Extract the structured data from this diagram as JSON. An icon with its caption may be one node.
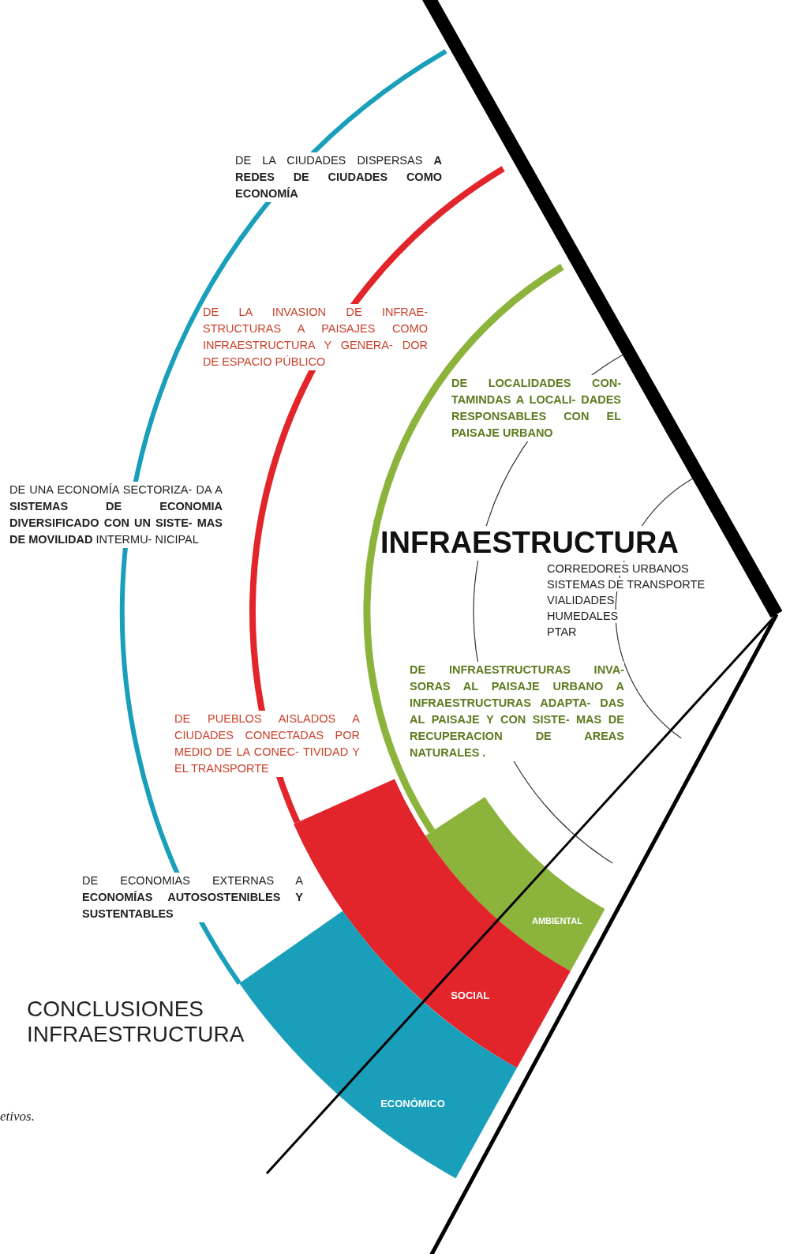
{
  "diagram": {
    "title": "CONCLUSIONES INFRAESTRUCTURA",
    "nodes": [
      {
        "text": [
          "AMBIENTAL"
        ]
      },
      {
        "text": [
          "SOCIAL"
        ]
      },
      {
        "text": [
          "ECONÓMICO"
        ]
      }
    ],
    "labels": [
      "DE LA CIUDADES DISPERSAS **A REDES DE CIUDADES COMO ECONOMÍA**",
      "DE LA INVASION DE INFRAE- STRUCTURAS A PAISAJES COMO INFRAESTRUCTURA Y GENERA- DOR DE ESPACIO PÚBLICO",
      "DE LOCALIDADES CON- TAMINDAS A LOCALI- DADES RESPONSABLES CON EL PAISAJE URBANO",
      "DE UNA ECONOMÍA SECTORIZA- DA A **SISTEMAS DE ECONOMIA DIVERSIFICADO CON UN SISTE- MAS DE MOVILIDAD** INTERMU- NICIPAL",
      "INFRAESTRUCTURA",
      "CORREDORES URBANOS",
      "SISTEMAS DE TRANSPORTE",
      "VIALIDADES",
      "HUMEDALES",
      "PTAR",
      "DE INFRAESTRUCTURAS INVA- SORAS AL PAISAJE URBANO A INFRAESTRUCTURAS ADAPTA- DAS AL PAISAJE Y CON SISTE- MAS DE RECUPERACION DE AREAS NATURALES .",
      "DE PUEBLOS AISLADOS A CIUDADES CONECTADAS POR MEDIO DE LA CONEC- TIVIDAD Y EL TRANSPORTE",
      "DE ECONOMIAS EXTERNAS A **ECONOMÍAS AUTOSOSTENIBLES Y SUSTENTABLES**",
      "etivos."
    ]
  }
}
